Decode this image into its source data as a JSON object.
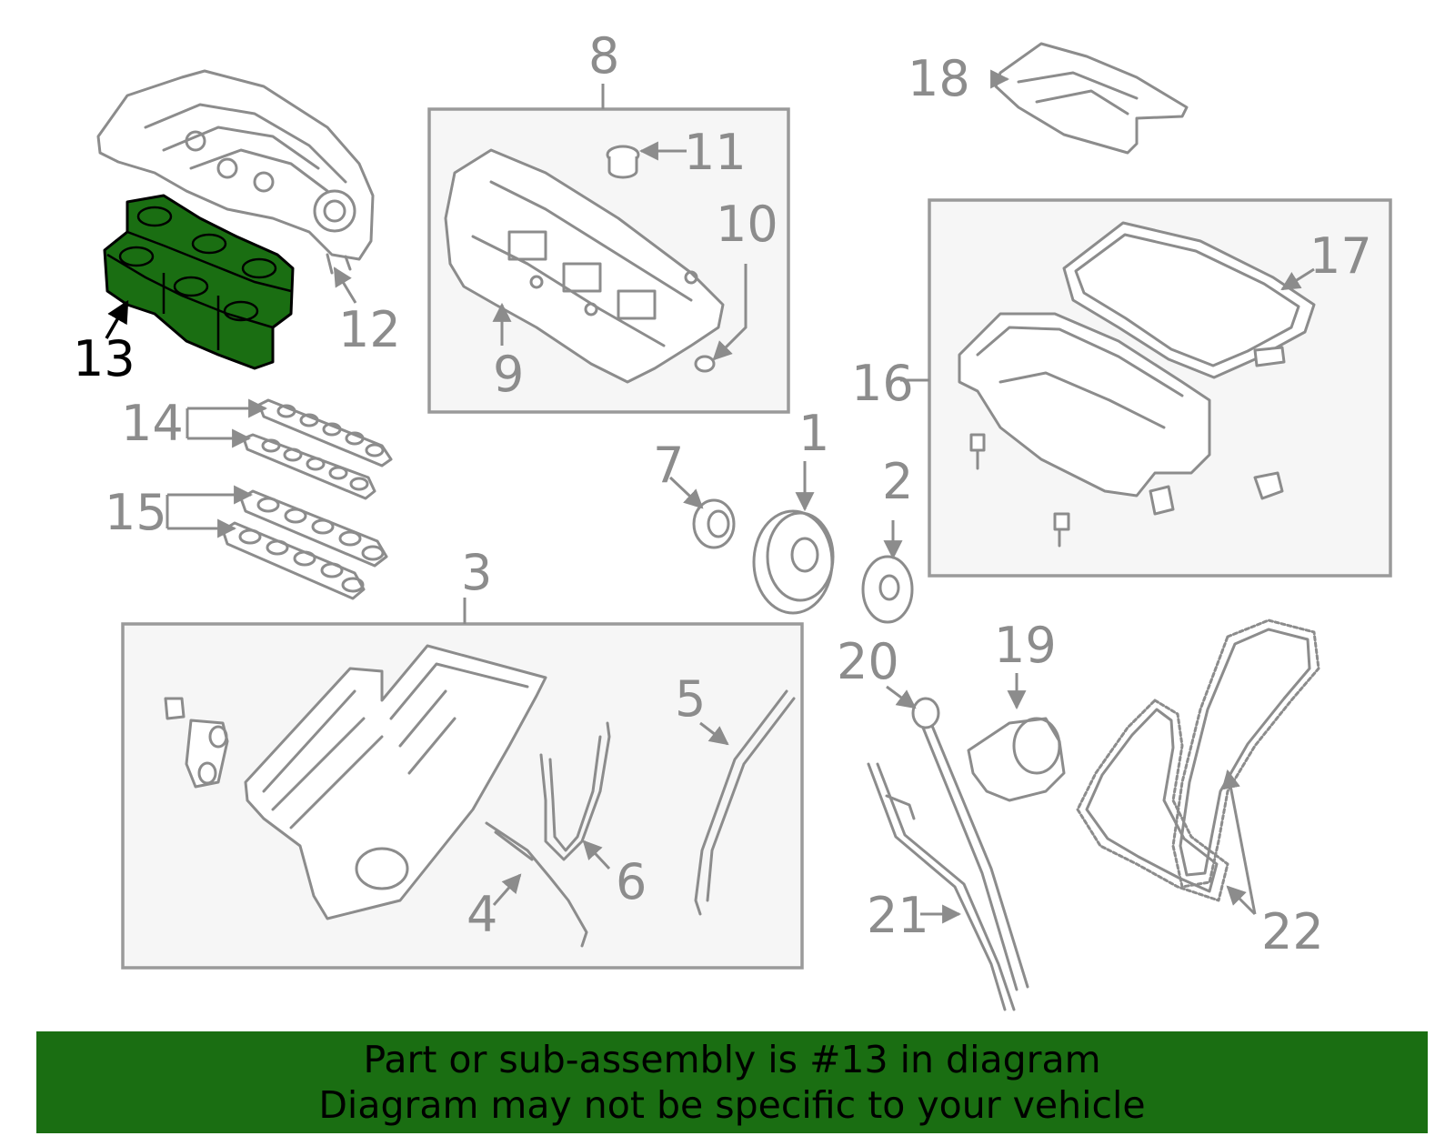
{
  "colors": {
    "highlight": "#1a6e12",
    "banner": "#1a6e12",
    "parts": "#8c8c8c",
    "box_fill": "#f6f6f6"
  },
  "highlighted_part": "13",
  "labels": {
    "p1": "1",
    "p2": "2",
    "p3": "3",
    "p4": "4",
    "p5": "5",
    "p6": "6",
    "p7": "7",
    "p8": "8",
    "p9": "9",
    "p10": "10",
    "p11": "11",
    "p12": "12",
    "p13": "13",
    "p14": "14",
    "p15": "15",
    "p16": "16",
    "p17": "17",
    "p18": "18",
    "p19": "19",
    "p20": "20",
    "p21": "21",
    "p22": "22"
  },
  "banner": {
    "line1": "Part or sub-assembly is #13 in diagram",
    "line2": "Diagram may not be specific to your vehicle"
  }
}
